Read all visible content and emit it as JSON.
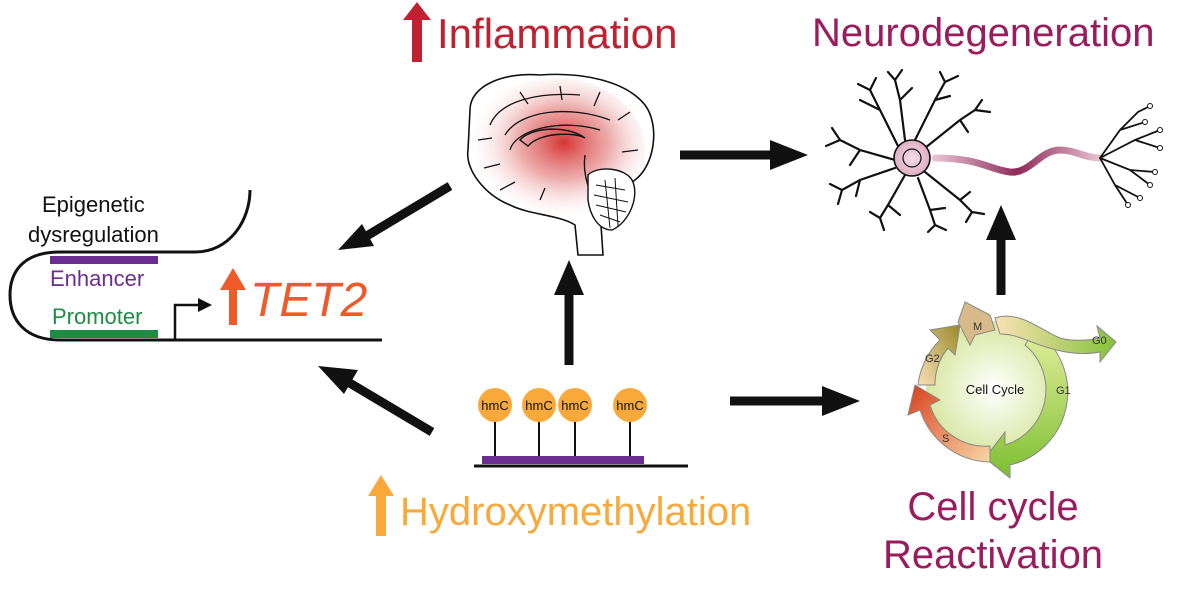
{
  "figure": {
    "inflammation": {
      "label": "Inflammation",
      "trend": "up",
      "color": "#c0202f"
    },
    "neurodegeneration": {
      "label": "Neurodegeneration",
      "color": "#9a1b5e"
    },
    "epigenetic": {
      "label_line1": "Epigenetic",
      "label_line2": "dysregulation",
      "enhancer": {
        "label": "Enhancer",
        "color": "#6a2d91"
      },
      "promoter": {
        "label": "Promoter",
        "color": "#1e8c45"
      }
    },
    "tet2": {
      "label": "TET2",
      "trend": "up",
      "color": "#f05a28"
    },
    "hydroxymethylation": {
      "label": "Hydroxymethylation",
      "trend": "up",
      "color": "#f8a93a",
      "marks": [
        "hmC",
        "hmC",
        "hmC",
        "hmC"
      ],
      "strand_color": "#6a2d91"
    },
    "cell_cycle": {
      "center_label": "Cell Cycle",
      "phases": [
        "M",
        "G2",
        "S",
        "G1",
        "G0"
      ],
      "caption_line1": "Cell cycle",
      "caption_line2": "Reactivation",
      "caption_color": "#9a1b5e"
    },
    "arrows": [
      {
        "from": "brain",
        "to": "neuron"
      },
      {
        "from": "brain",
        "to": "tet2"
      },
      {
        "from": "hydroxymethylation",
        "to": "brain"
      },
      {
        "from": "hydroxymethylation",
        "to": "tet2"
      },
      {
        "from": "hydroxymethylation",
        "to": "cell_cycle"
      },
      {
        "from": "cell_cycle",
        "to": "neuron"
      }
    ]
  }
}
